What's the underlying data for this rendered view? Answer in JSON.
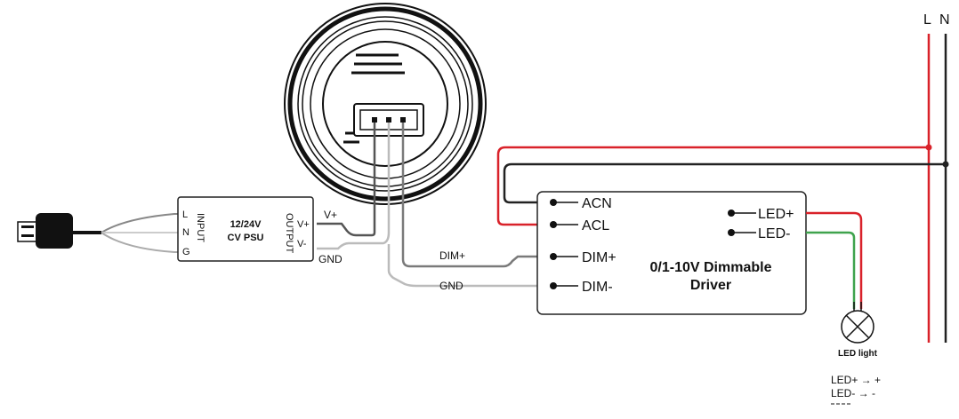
{
  "mains": {
    "l_label": "L",
    "n_label": "N",
    "l_color": "#d9222a",
    "n_color": "#222222"
  },
  "psu": {
    "input_label": "INPUT",
    "output_label": "OUTPUT",
    "l": "L",
    "n": "N",
    "g": "G",
    "v_plus": "V+",
    "v_minus": "V-",
    "title_line1": "12/24V",
    "title_line2": "CV PSU"
  },
  "wires": {
    "v_plus": "V+",
    "gnd_top": "GND",
    "dim_plus": "DIM+",
    "gnd_bottom": "GND",
    "dim_color": "#7a7a7a",
    "gnd_color": "#b8b8b8",
    "led_plus_color": "#d9222a",
    "led_minus_color": "#3fa34d"
  },
  "driver": {
    "acn": "ACN",
    "acl": "ACL",
    "dim_plus": "DIM+",
    "dim_minus": "DIM-",
    "led_plus": "LED+",
    "led_minus": "LED-",
    "title_line1": "0/1-10V Dimmable",
    "title_line2": "Driver"
  },
  "lamp": {
    "label": "LED light"
  },
  "legend": {
    "line1": "LED+ → +",
    "line2": "LED- → -"
  }
}
